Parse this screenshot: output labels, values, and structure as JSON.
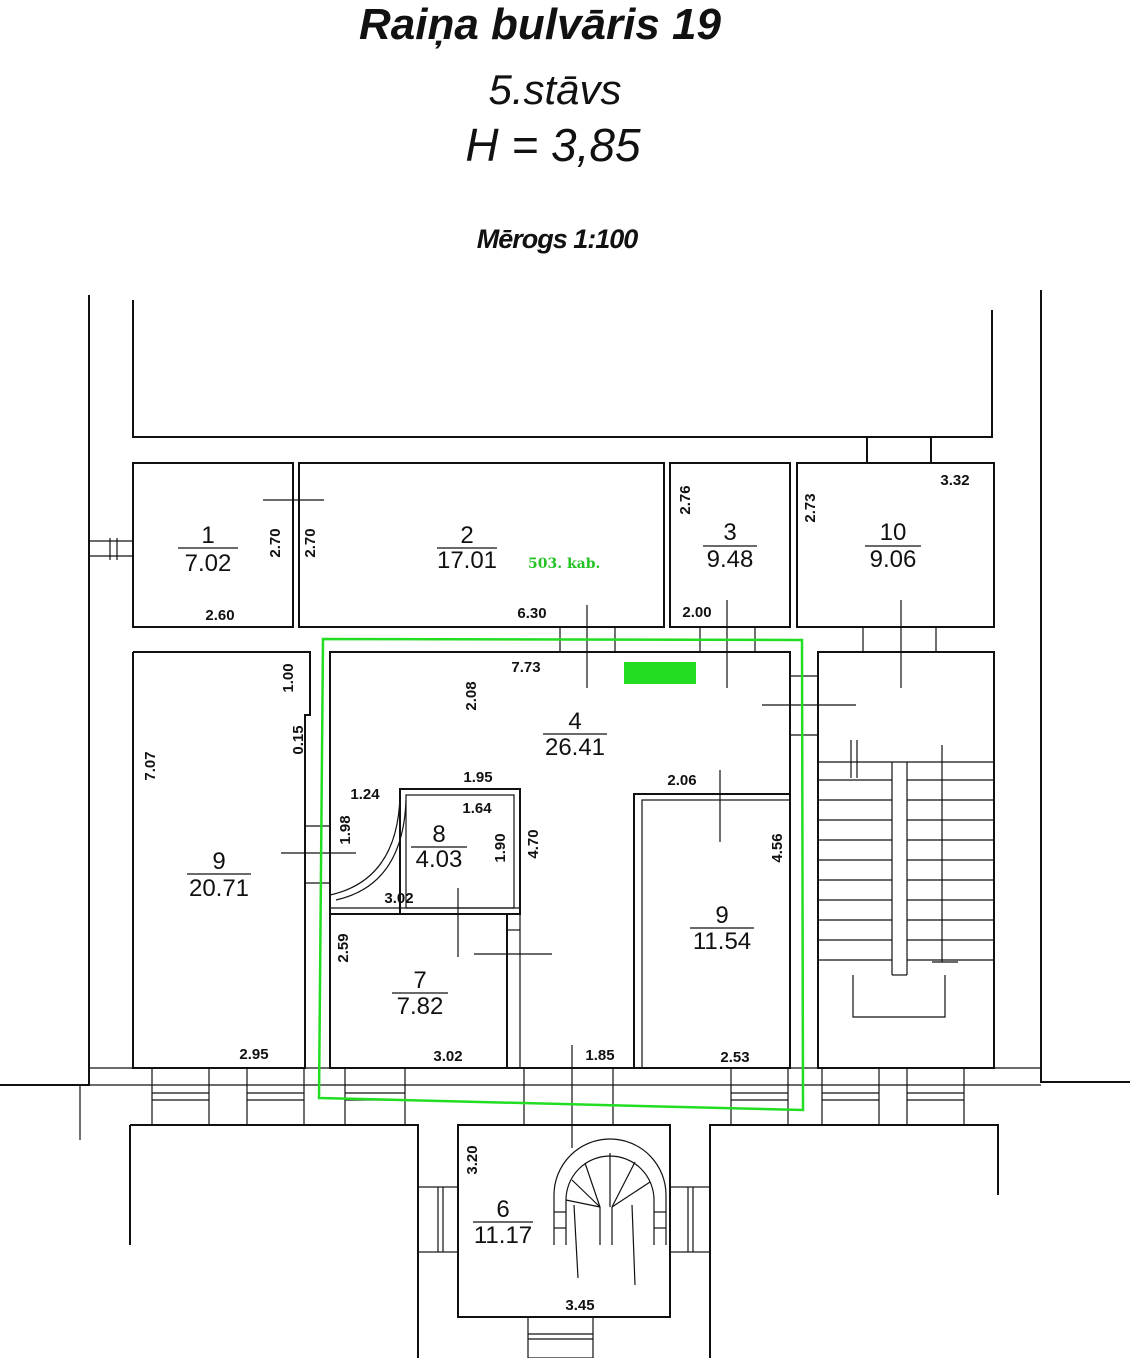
{
  "header": {
    "title": "Raiņa bulvāris 19",
    "floor": "5.stāvs",
    "height": "H = 3,85",
    "scale": "Mērogs 1:100"
  },
  "office_label": "503. kab.",
  "colors": {
    "highlight": "#22dd22",
    "line": "#111111"
  },
  "rooms": [
    {
      "id": "room-1",
      "number": "1",
      "area": "7.02"
    },
    {
      "id": "room-2",
      "number": "2",
      "area": "17.01"
    },
    {
      "id": "room-3",
      "number": "3",
      "area": "9.48"
    },
    {
      "id": "room-10",
      "number": "10",
      "area": "9.06"
    },
    {
      "id": "room-4",
      "number": "4",
      "area": "26.41"
    },
    {
      "id": "room-8",
      "number": "8",
      "area": "4.03"
    },
    {
      "id": "room-9-left",
      "number": "9",
      "area": "20.71"
    },
    {
      "id": "room-9-right",
      "number": "9",
      "area": "11.54"
    },
    {
      "id": "room-7",
      "number": "7",
      "area": "7.82"
    },
    {
      "id": "room-6",
      "number": "6",
      "area": "11.17"
    }
  ],
  "dimensions": [
    "3.32",
    "2.76",
    "2.73",
    "2.70",
    "2.70",
    "2.60",
    "6.30",
    "2.00",
    "7.73",
    "1.00",
    "2.08",
    "7.07",
    "0.15",
    "1.24",
    "1.95",
    "1.64",
    "2.06",
    "1.98",
    "1.90",
    "4.70",
    "4.56",
    "3.02",
    "2.59",
    "2.95",
    "3.02",
    "1.85",
    "2.53",
    "3.20",
    "3.45"
  ]
}
